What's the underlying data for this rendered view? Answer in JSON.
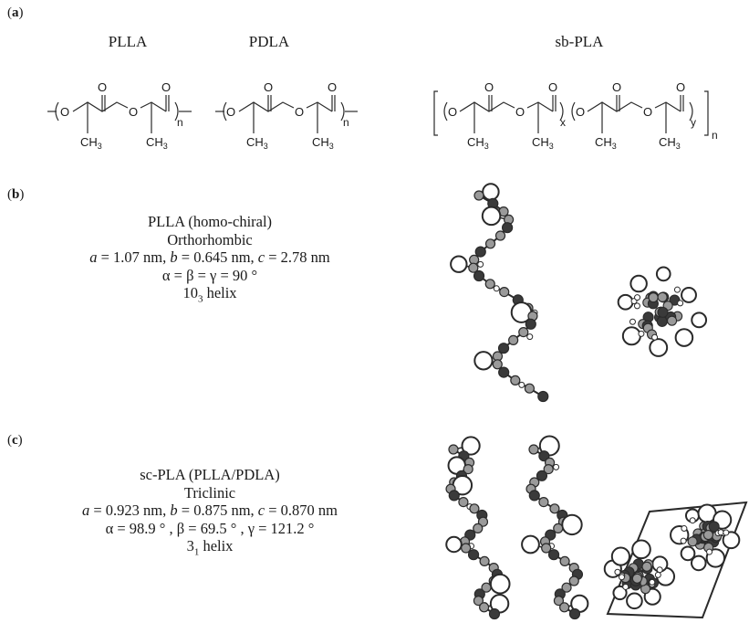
{
  "panel_a": {
    "label_open": "(",
    "label_letter": "a",
    "label_close": ")",
    "polymers": [
      "PLLA",
      "PDLA",
      "sb-PLA"
    ],
    "atoms": {
      "O": "O",
      "C": "CH",
      "three": "3",
      "n": "n",
      "x": "x",
      "y": "y"
    }
  },
  "panel_b": {
    "label_open": "(",
    "label_letter": "b",
    "label_close": ")",
    "line1": "PLLA (homo-chiral)",
    "line2": "Orthorhombic",
    "a_sym": "a",
    "a_val": " = 1.07 nm, ",
    "b_sym": "b",
    "b_val": " = 0.645 nm, ",
    "c_sym": "c",
    "c_val": " = 2.78 nm",
    "angles": "α = β = γ = 90 °",
    "helix_num": "10",
    "helix_sub": "3",
    "helix_word": " helix"
  },
  "panel_c": {
    "label_open": "(",
    "label_letter": "c",
    "label_close": ")",
    "line1": "sc-PLA (PLLA/PDLA)",
    "line2": "Triclinic",
    "a_sym": "a",
    "a_val": " = 0.923 nm, ",
    "b_sym": "b",
    "b_val": " = 0.875 nm, ",
    "c_sym": "c",
    "c_val": " = 0.870 nm",
    "angles": "α = 98.9 °  ,  β = 69.5 °  , γ = 121.2 °",
    "helix_num": "3",
    "helix_sub": "1",
    "helix_word": " helix"
  },
  "colors": {
    "white_atom": "#ffffff",
    "grey_atom": "#9a9a9a",
    "dark_atom": "#3a3a3a",
    "stroke": "#2a2a2a"
  }
}
